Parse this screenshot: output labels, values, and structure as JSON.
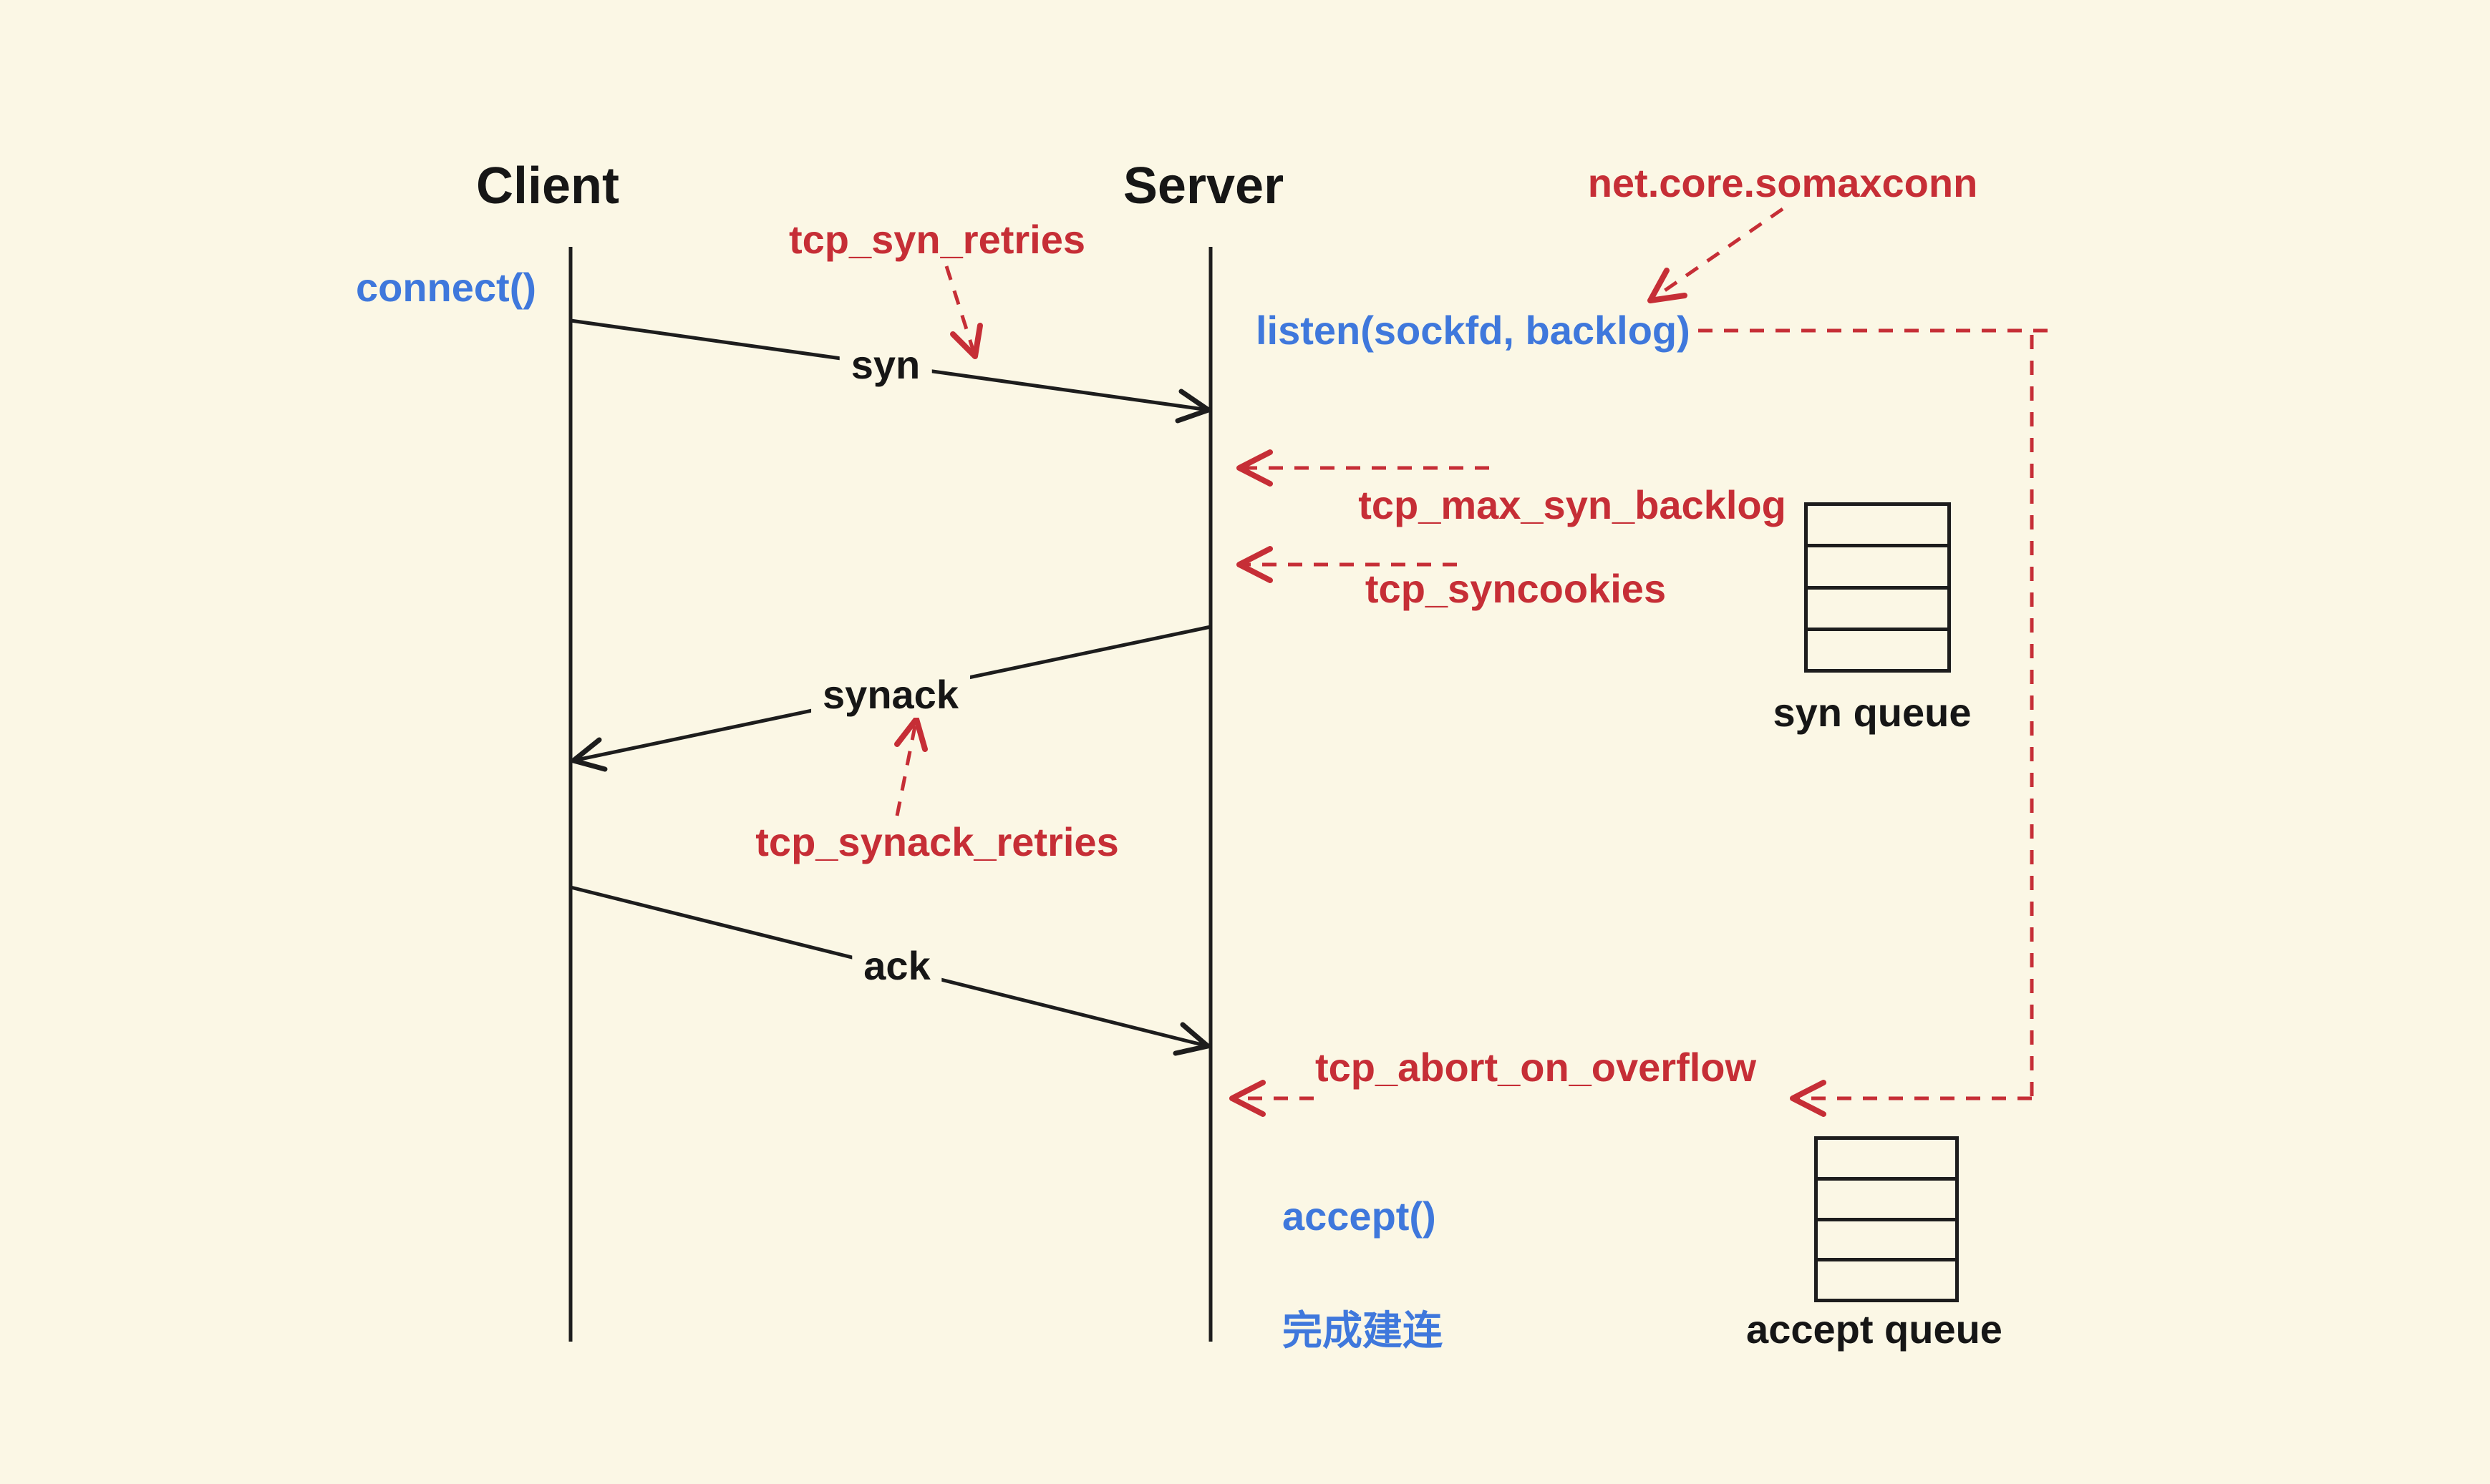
{
  "diagram_title": "TCP three-way handshake with Linux kernel tuning parameters",
  "colors": {
    "background": "#FBF7E5",
    "param_red": "#C62E36",
    "syscall_blue": "#3F78DC",
    "ink_black": "#161616"
  },
  "actors": {
    "client": "Client",
    "server": "Server"
  },
  "client_api": {
    "connect": "connect()"
  },
  "server_api": {
    "listen": "listen(sockfd, backlog)",
    "accept": "accept()",
    "established": "完成建连"
  },
  "messages": {
    "syn": "syn",
    "synack": "synack",
    "ack": "ack"
  },
  "kernel_params": {
    "somaxconn": "net.core.somaxconn",
    "syn_retries": "tcp_syn_retries",
    "max_syn_backlog": "tcp_max_syn_backlog",
    "syncookies": "tcp_syncookies",
    "synack_retries": "tcp_synack_retries",
    "abort_on_overflow": "tcp_abort_on_overflow"
  },
  "queues": {
    "syn": {
      "label": "syn queue",
      "slots": 4
    },
    "accept": {
      "label": "accept queue",
      "slots": 4
    }
  }
}
